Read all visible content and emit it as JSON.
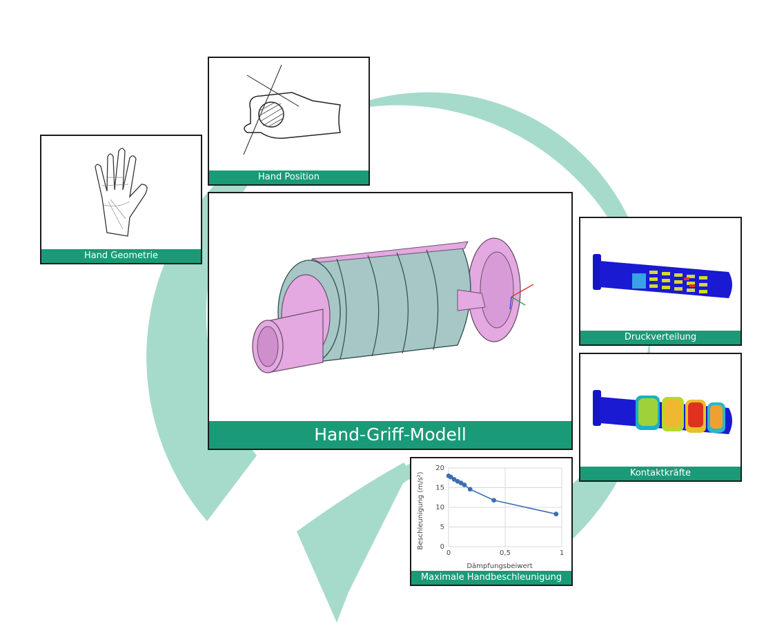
{
  "colors": {
    "cycle_arrow": "#a6dbcc",
    "caption_bg": "#1b9a78",
    "caption_text": "#ffffff",
    "grip_pink": "#e3a9e0",
    "grip_teal": "#a6c7c5",
    "chart_series": "#3b6fb3"
  },
  "panels": {
    "hand_position": {
      "caption": "Hand Position"
    },
    "hand_geometrie": {
      "caption": "Hand Geometrie"
    },
    "model": {
      "caption": "Hand-Griff-Modell"
    },
    "druck": {
      "caption": "Druckverteilung"
    },
    "kontakt": {
      "caption": "Kontaktkräfte"
    },
    "chart": {
      "caption": "Maximale Handbeschleunigung"
    }
  },
  "chart_data": {
    "type": "scatter",
    "mode": "lines+markers",
    "x": [
      0.0,
      0.02,
      0.05,
      0.08,
      0.11,
      0.14,
      0.19,
      0.4,
      0.95
    ],
    "y": [
      18.0,
      17.7,
      17.1,
      16.6,
      16.2,
      15.7,
      14.6,
      11.8,
      8.3
    ],
    "xlabel": "Dämpfungsbeiwert",
    "ylabel": "Beschleunigung (m/s²)",
    "xlim": [
      0,
      1
    ],
    "ylim": [
      0,
      20
    ],
    "xticks": [
      "0",
      "0,5",
      "1"
    ],
    "yticks": [
      "0",
      "5",
      "10",
      "15",
      "20"
    ],
    "grid": true,
    "legend": "none"
  }
}
